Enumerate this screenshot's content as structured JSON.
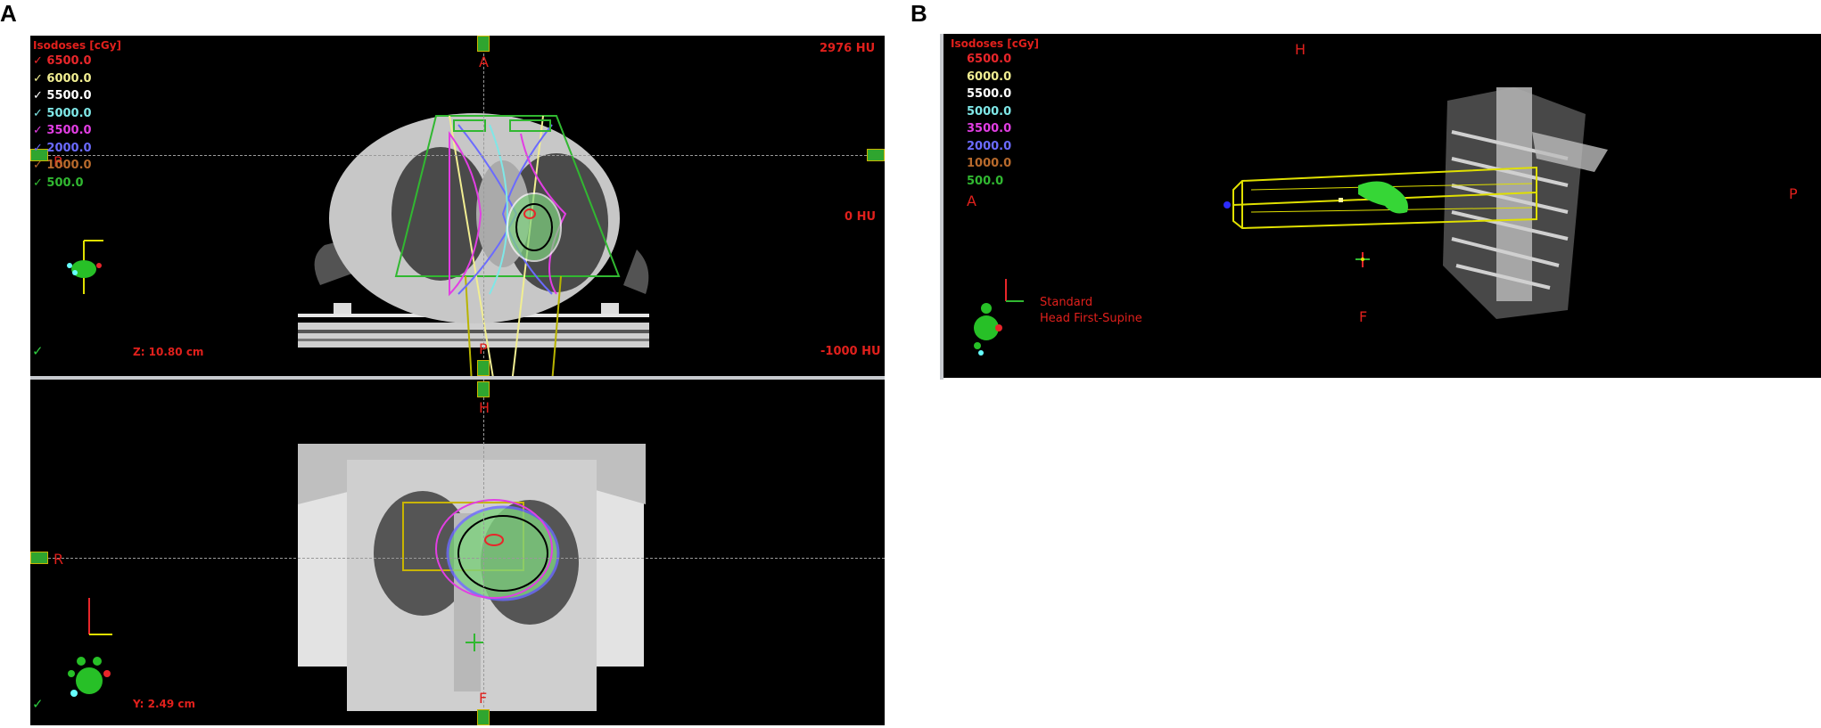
{
  "panels": {
    "a_label": "A",
    "b_label": "B"
  },
  "legend": {
    "title": "Isodoses [cGy]",
    "items": [
      {
        "value": "6500.0",
        "color": "#e8262a"
      },
      {
        "value": "6000.0",
        "color": "#f1ee92"
      },
      {
        "value": "5500.0",
        "color": "#ffffff"
      },
      {
        "value": "5000.0",
        "color": "#7fe7e7"
      },
      {
        "value": "3500.0",
        "color": "#e23ee3"
      },
      {
        "value": "2000.0",
        "color": "#6b6bff"
      },
      {
        "value": "1000.0",
        "color": "#b86a2c"
      },
      {
        "value": "500.0",
        "color": "#31b831"
      }
    ]
  },
  "axial": {
    "label_top": "A",
    "label_bottom": "P",
    "label_left": "R",
    "hu_max": "2976 HU",
    "hu_mid": "0 HU",
    "hu_min": "-1000 HU",
    "z_position": "Z: 10.80 cm",
    "check": "✓"
  },
  "coronal": {
    "label_top": "H",
    "label_bottom": "F",
    "label_left": "R",
    "y_position": "Y: 2.49 cm",
    "check": "✓"
  },
  "view3d": {
    "label_top": "H",
    "label_bottom": "F",
    "label_left": "A",
    "label_right": "P",
    "orientation_line1": "Standard",
    "orientation_line2": "Head First-Supine"
  },
  "colors": {
    "accent_red": "#e0201c",
    "viewport_bg": "#000000",
    "marker_green": "#2fa52f"
  }
}
